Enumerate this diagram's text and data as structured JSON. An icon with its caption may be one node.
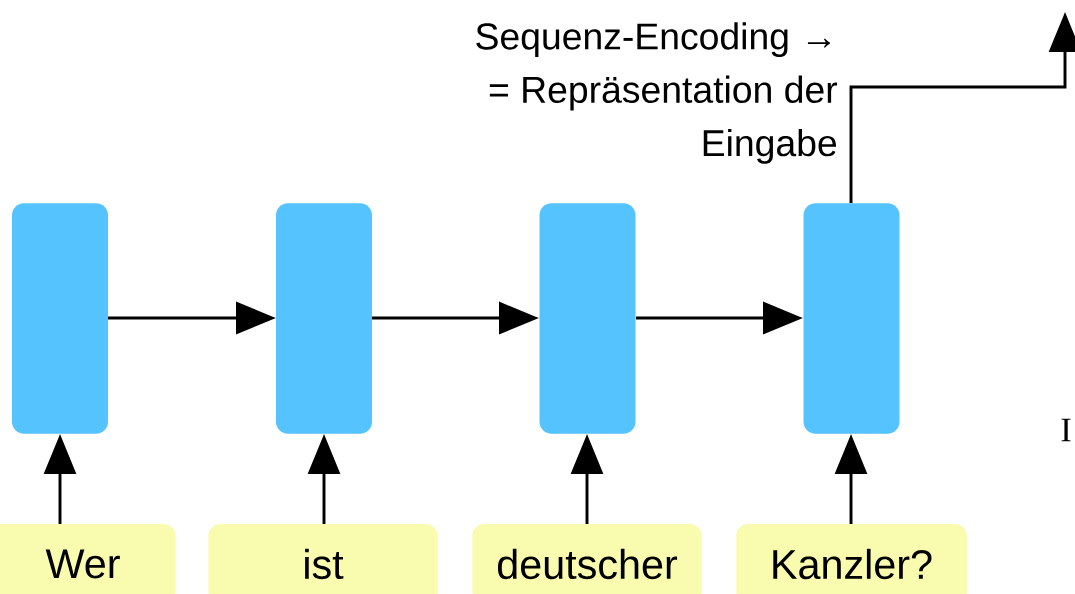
{
  "diagram": {
    "nodes": [
      {
        "text": [],
        "shape": "box"
      },
      {
        "text": [],
        "shape": "box"
      },
      {
        "text": [],
        "shape": "box"
      },
      {
        "text": [],
        "shape": "box"
      },
      {
        "text": [
          "Wer"
        ]
      },
      {
        "text": [
          "ist"
        ]
      },
      {
        "text": [
          "deutscher"
        ]
      },
      {
        "text": [
          "Kanzler?"
        ]
      }
    ],
    "edges": [
      {
        "from": 0,
        "to": 1,
        "arrow": "to"
      },
      {
        "from": 1,
        "to": 2,
        "arrow": "to"
      },
      {
        "from": 2,
        "to": 3,
        "arrow": "to"
      },
      {
        "from": 4,
        "to": 0,
        "arrow": "to"
      },
      {
        "from": 5,
        "to": 1,
        "arrow": "to"
      },
      {
        "from": 6,
        "to": 2,
        "arrow": "to"
      },
      {
        "from": 7,
        "to": 3,
        "arrow": "to"
      },
      {
        "from": 3,
        "to": null,
        "arrow": "to"
      }
    ],
    "labels": [
      "Sequenz-Encoding → = Repräsentation der Eingabe",
      "I"
    ]
  }
}
